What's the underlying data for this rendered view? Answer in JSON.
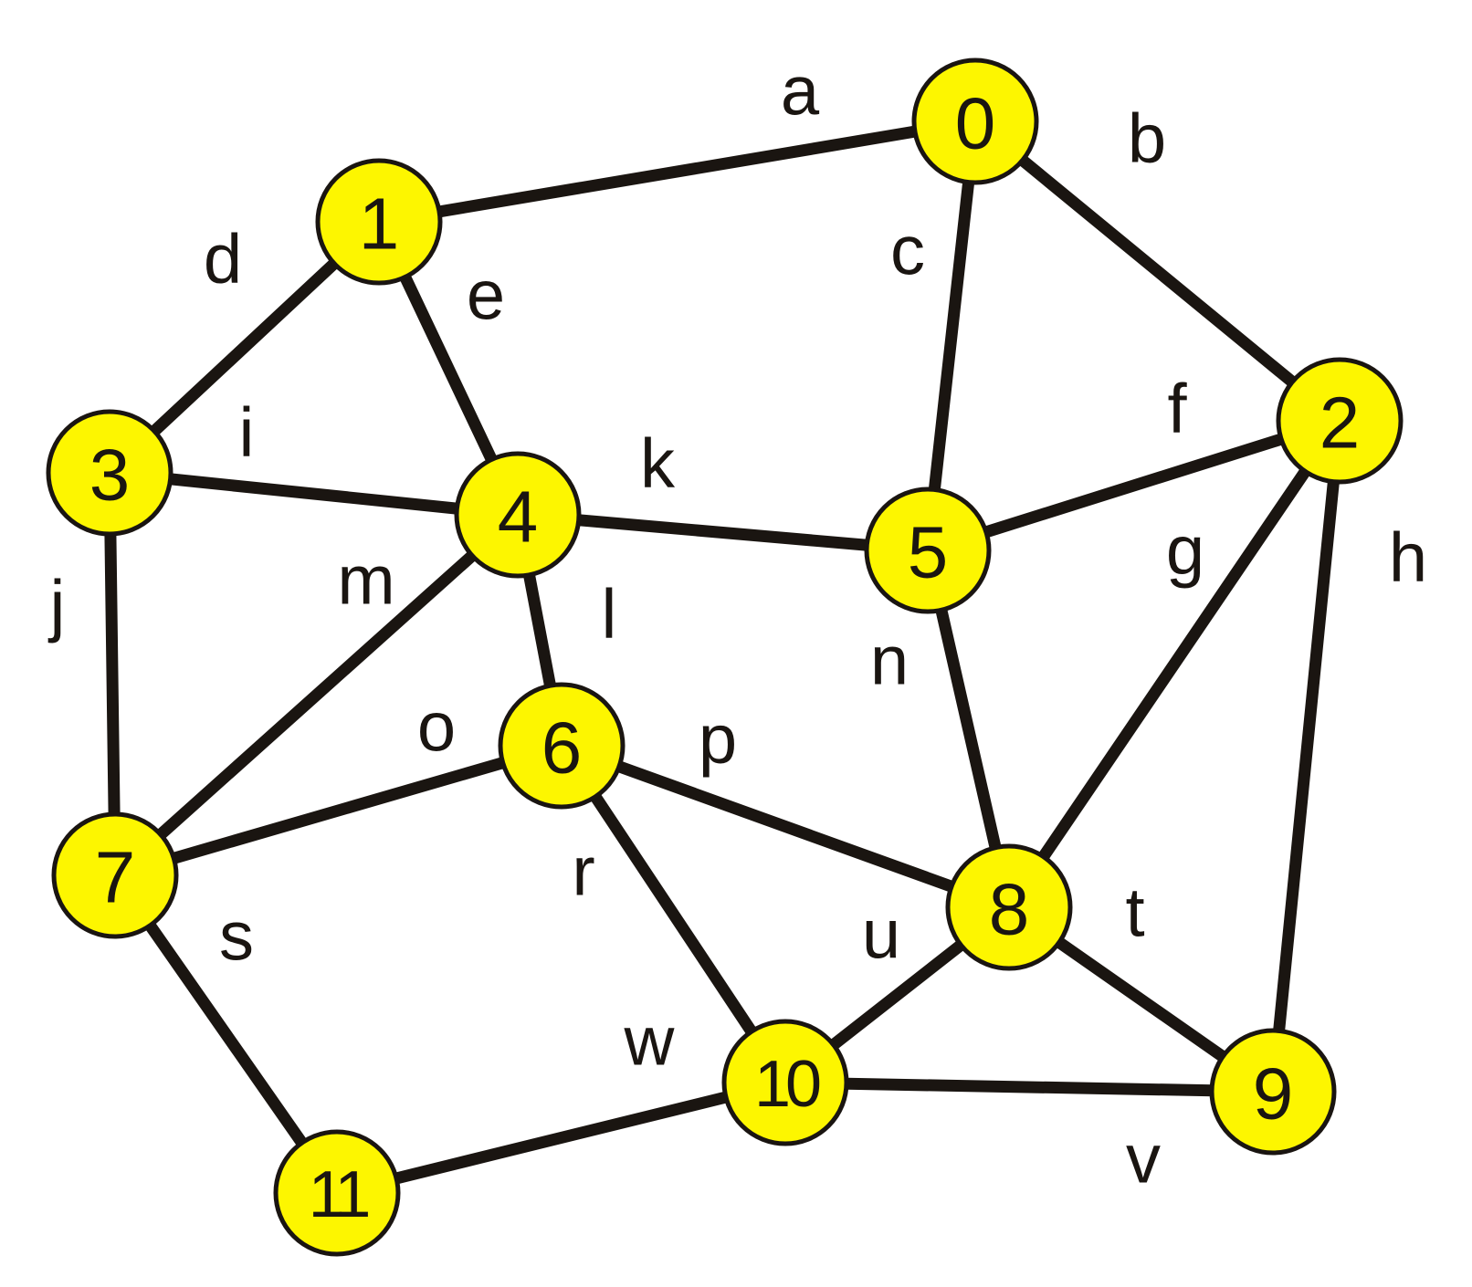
{
  "graph": {
    "node_fill": "#fdf600",
    "line_color": "#1a1511",
    "nodes": [
      {
        "id": "0",
        "label": "0"
      },
      {
        "id": "1",
        "label": "1"
      },
      {
        "id": "2",
        "label": "2"
      },
      {
        "id": "3",
        "label": "3"
      },
      {
        "id": "4",
        "label": "4"
      },
      {
        "id": "5",
        "label": "5"
      },
      {
        "id": "6",
        "label": "6"
      },
      {
        "id": "7",
        "label": "7"
      },
      {
        "id": "8",
        "label": "8"
      },
      {
        "id": "9",
        "label": "9"
      },
      {
        "id": "10",
        "label": "10"
      },
      {
        "id": "11",
        "label": "11"
      }
    ],
    "edges": [
      {
        "label": "a",
        "from": "1",
        "to": "0"
      },
      {
        "label": "b",
        "from": "0",
        "to": "2"
      },
      {
        "label": "c",
        "from": "0",
        "to": "5"
      },
      {
        "label": "d",
        "from": "1",
        "to": "3"
      },
      {
        "label": "e",
        "from": "1",
        "to": "4"
      },
      {
        "label": "f",
        "from": "5",
        "to": "2"
      },
      {
        "label": "g",
        "from": "2",
        "to": "8"
      },
      {
        "label": "h",
        "from": "2",
        "to": "9"
      },
      {
        "label": "i",
        "from": "3",
        "to": "4"
      },
      {
        "label": "j",
        "from": "3",
        "to": "7"
      },
      {
        "label": "k",
        "from": "4",
        "to": "5"
      },
      {
        "label": "l",
        "from": "4",
        "to": "6"
      },
      {
        "label": "m",
        "from": "4",
        "to": "7"
      },
      {
        "label": "n",
        "from": "5",
        "to": "8"
      },
      {
        "label": "o",
        "from": "7",
        "to": "6"
      },
      {
        "label": "p",
        "from": "6",
        "to": "8"
      },
      {
        "label": "r",
        "from": "6",
        "to": "10"
      },
      {
        "label": "s",
        "from": "7",
        "to": "11"
      },
      {
        "label": "t",
        "from": "8",
        "to": "9"
      },
      {
        "label": "u",
        "from": "10",
        "to": "8"
      },
      {
        "label": "v",
        "from": "10",
        "to": "9"
      },
      {
        "label": "w",
        "from": "11",
        "to": "10"
      }
    ]
  }
}
